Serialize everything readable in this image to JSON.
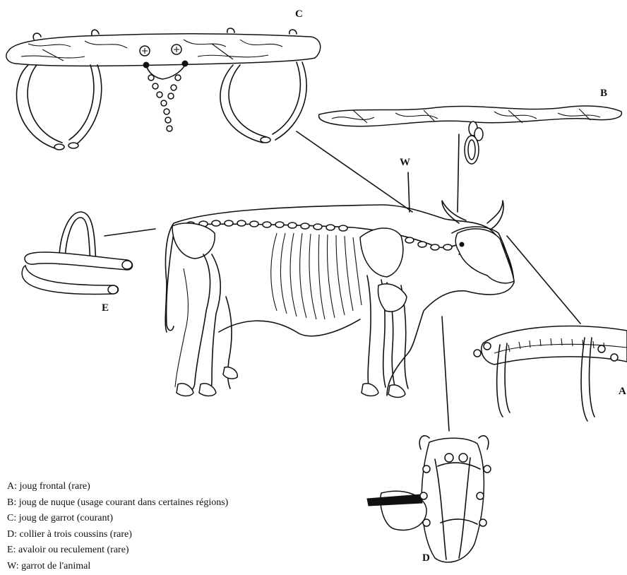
{
  "callouts": {
    "a": "A",
    "b": "B",
    "c": "C",
    "d": "D",
    "e": "E",
    "w": "W"
  },
  "legend": [
    "A: joug frontal (rare)",
    "B: joug de nuque (usage courant dans certaines régions)",
    "C: joug de garrot (courant)",
    "D: collier à trois coussins (rare)",
    "E: avaloir ou reculement (rare)",
    "W: garrot de l'animal"
  ],
  "colors": {
    "ink": "#111111",
    "paper": "#ffffff"
  }
}
